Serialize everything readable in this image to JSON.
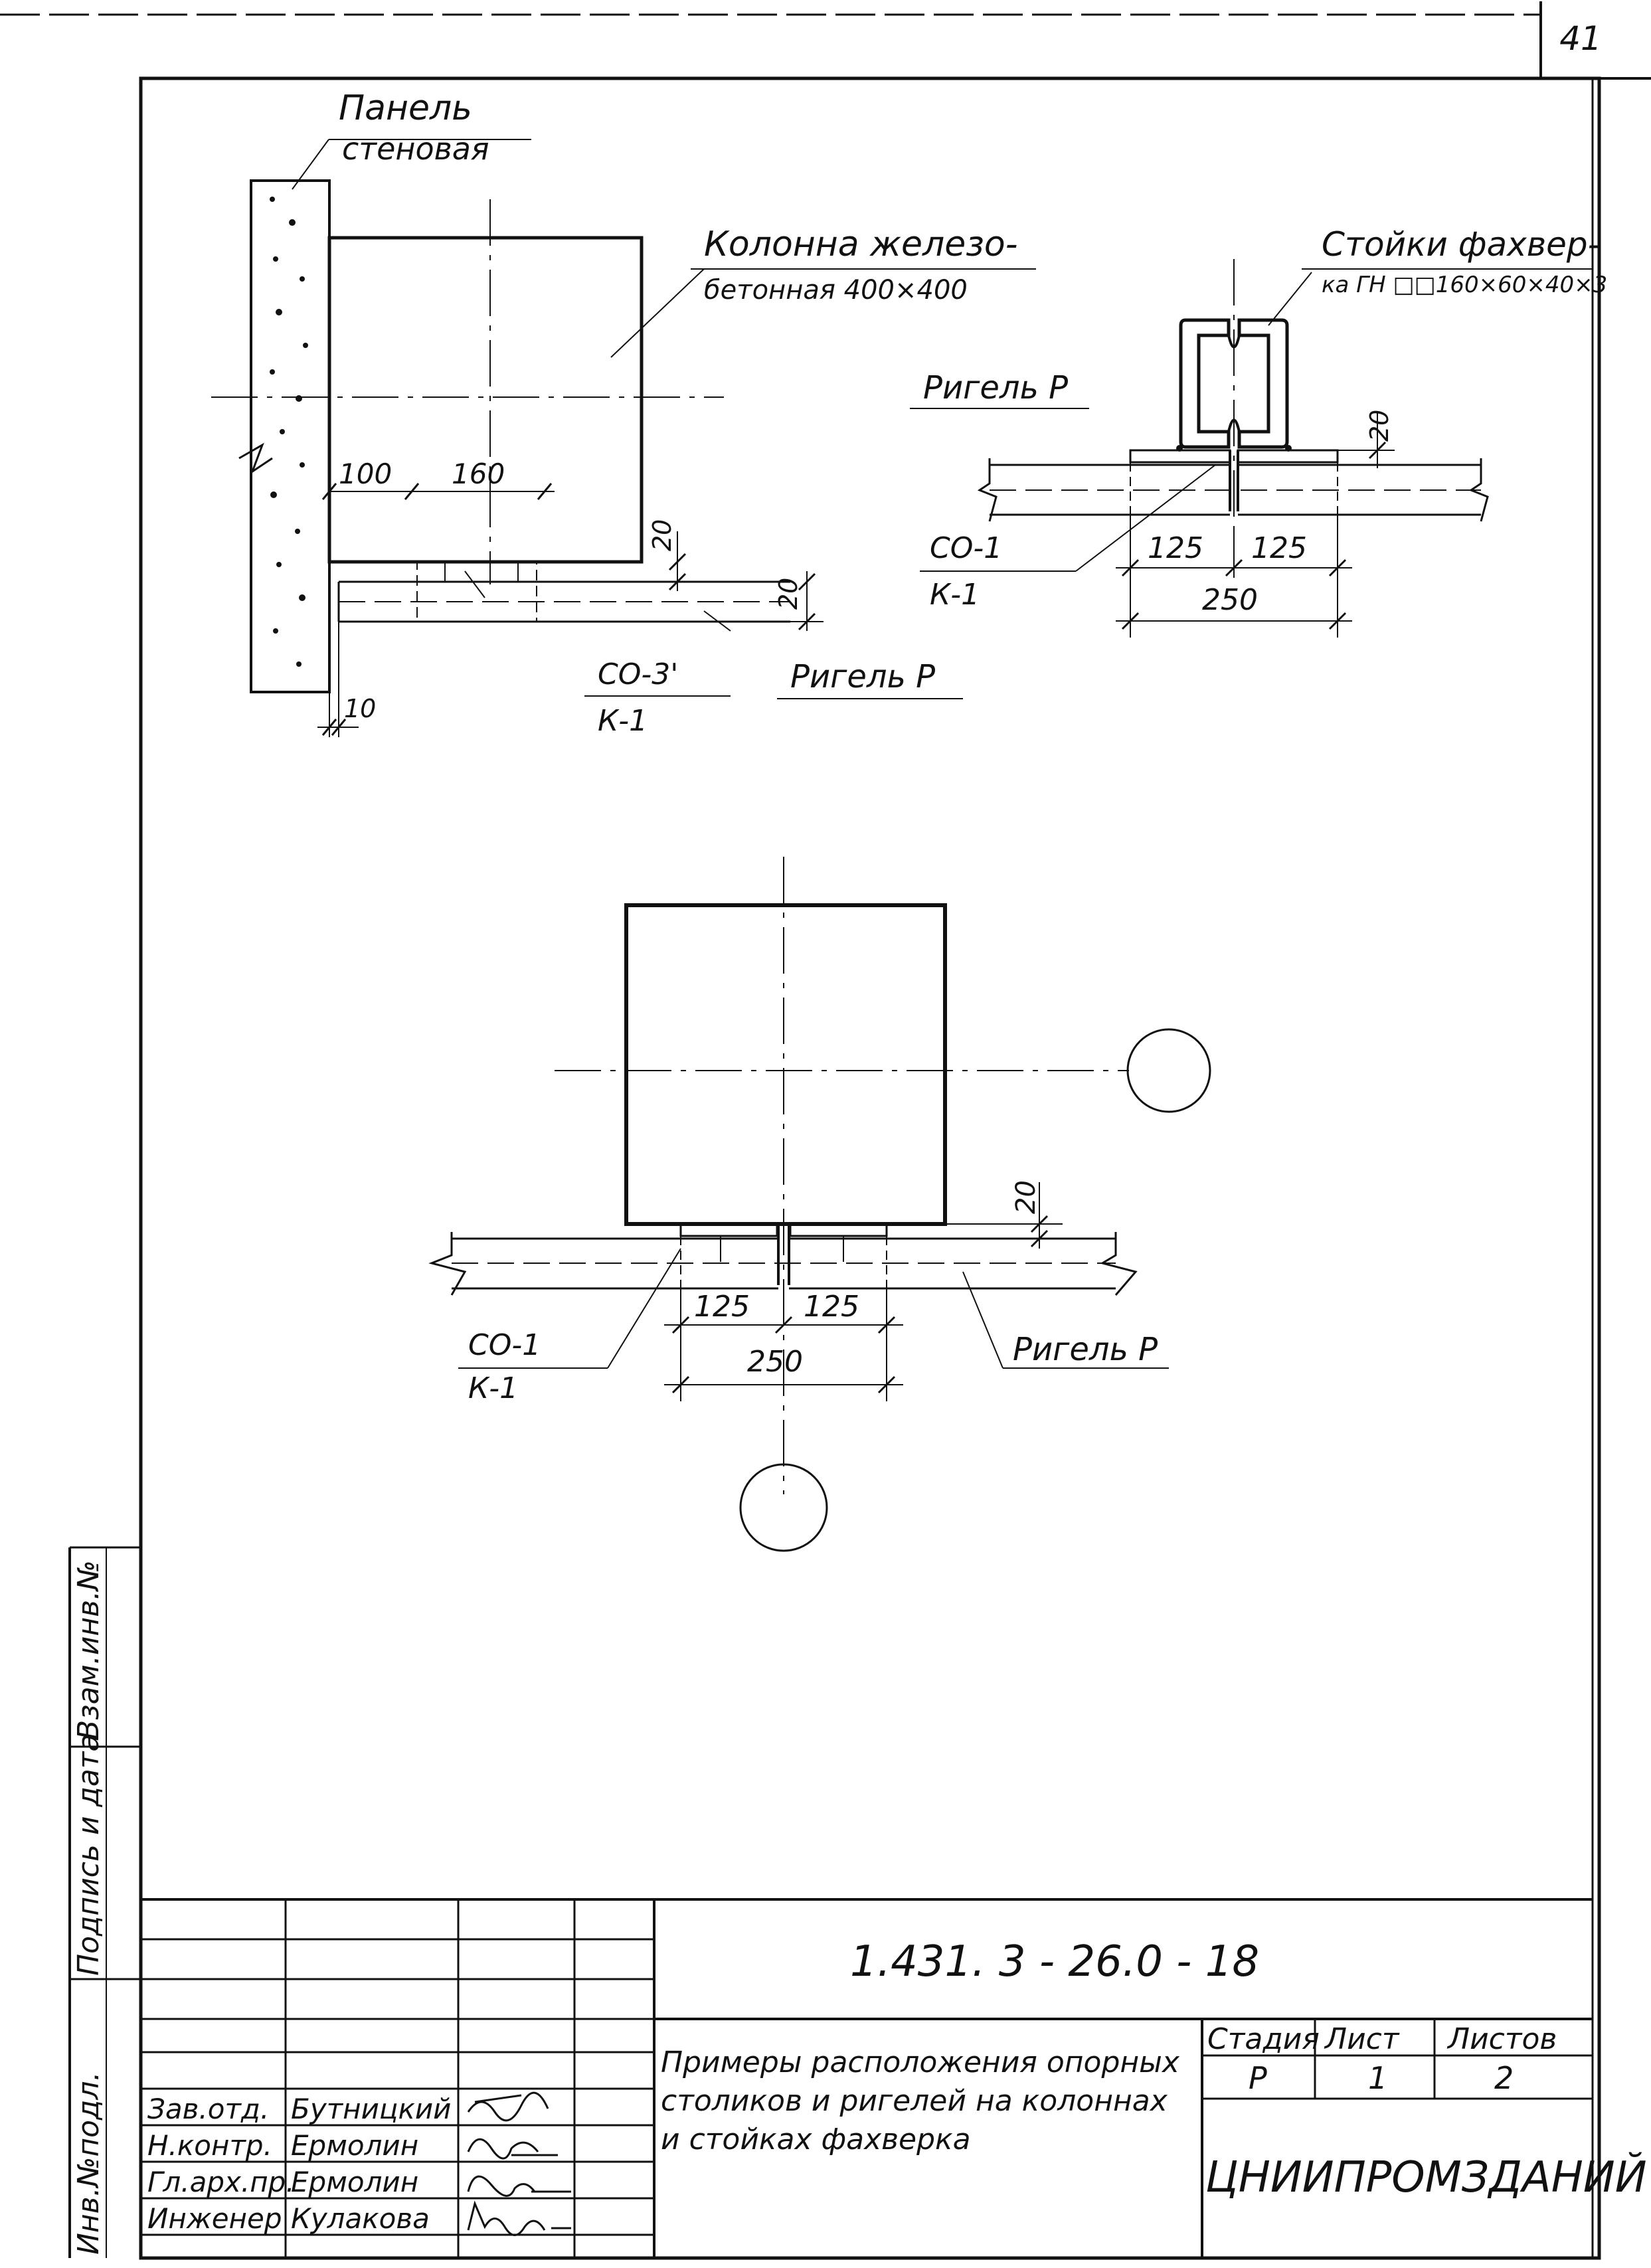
{
  "page_number": "41",
  "labels": {
    "wall_panel_line1": "Панель",
    "wall_panel_line2": "стеновая",
    "column_line1": "Колонна железо-",
    "column_line2": "бетонная 400×400",
    "posts_line1": "Стойки фахвер-",
    "posts_line2": "ка ГН □□160×60×40×3",
    "rigel_top_right": "Ригель Р",
    "rigel_top_left": "Ригель Р",
    "rigel_bottom": "Ригель Р",
    "co3_top": "СО-3'",
    "co3_bottom": "К-1",
    "co1_right_top": "СО-1",
    "co1_right_bottom": "К-1",
    "co1_bottom_top": "СО-1",
    "co1_bottom_bottom": "К-1"
  },
  "dimensions": {
    "d100": "100",
    "d160": "160",
    "d20_a": "20",
    "d20_b": "20",
    "d10": "10",
    "d20_right": "20",
    "d125_r1": "125",
    "d125_r2": "125",
    "d250_r": "250",
    "d20_bottom": "20",
    "d125_b1": "125",
    "d125_b2": "125",
    "d250_b": "250"
  },
  "side_stamp": {
    "inv_podl": "Инв.№подл.",
    "podpis_data": "Подпись и дата",
    "vzam_inv": "Взам.инв.№"
  },
  "title_block": {
    "doc_code": "1.431. 3 - 26.0 - 18",
    "title_line1": "Примеры расположения опорных",
    "title_line2": "столиков и ригелей на колоннах",
    "title_line3": "и стойках фахверка",
    "stage_header": "Стадия",
    "sheet_header": "Лист",
    "sheets_header": "Листов",
    "stage_value": "Р",
    "sheet_value": "1",
    "sheets_value": "2",
    "organization": "ЦНИИПРОМЗДАНИЙ",
    "roles": [
      "Зав.отд.",
      "Н.контр.",
      "Гл.арх.пр.",
      "Инженер"
    ],
    "names": [
      "Бутницкий",
      "Ермолин",
      "Ермолин",
      "Кулакова"
    ]
  }
}
